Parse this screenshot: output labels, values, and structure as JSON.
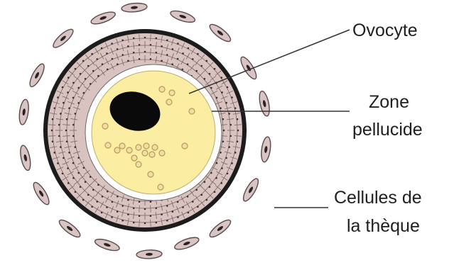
{
  "labels": {
    "ovocyte": "Ovocyte",
    "zone_line1": "Zone",
    "zone_line2": "pellucide",
    "theque_line1": "Cellules de",
    "theque_line2": "la thèque"
  },
  "colors": {
    "background": "#ffffff",
    "granulosa_fill": "#d9c3c1",
    "granulosa_lines": "#7a6464",
    "outer_ring": "#1c1c1c",
    "zone_pellucide": "#ffffff",
    "ooplasm": "#fbeea3",
    "nucleus": "#0a0a0a",
    "granules": "#c9a86a",
    "theca_cell": "#d8c4c2",
    "theca_outline": "#5a4a4a",
    "leader_line": "#333333"
  },
  "icons": {
    "nucleus": "nucleus-icon",
    "theca": "theca-cell-icon"
  }
}
